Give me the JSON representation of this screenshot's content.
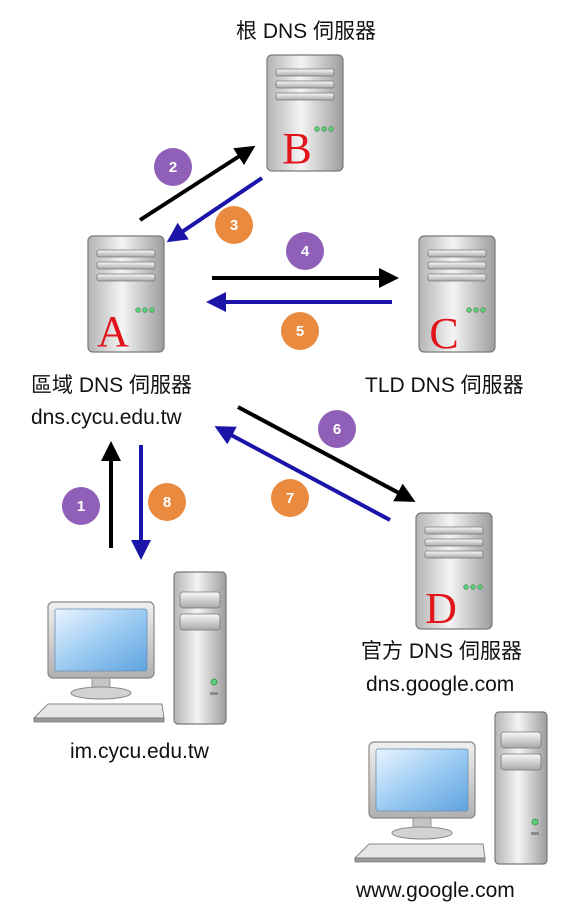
{
  "servers": {
    "root": {
      "letter": "B",
      "caption": "根 DNS 伺服器"
    },
    "local": {
      "letter": "A",
      "caption": "區域 DNS 伺服器",
      "host": "dns.cycu.edu.tw"
    },
    "tld": {
      "letter": "C",
      "caption": "TLD DNS 伺服器"
    },
    "authoritative": {
      "letter": "D",
      "caption": "官方 DNS 伺服器",
      "host": "dns.google.com"
    }
  },
  "hosts": {
    "client": {
      "name": "im.cycu.edu.tw"
    },
    "target": {
      "name": "www.google.com"
    }
  },
  "steps": [
    "1",
    "2",
    "3",
    "4",
    "5",
    "6",
    "7",
    "8"
  ],
  "colors": {
    "query_arrow": "#000000",
    "reply_arrow": "#1a14a8",
    "query_badge": "#9060b8",
    "reply_badge": "#ea8a3e",
    "server_letter": "#e1141b"
  }
}
